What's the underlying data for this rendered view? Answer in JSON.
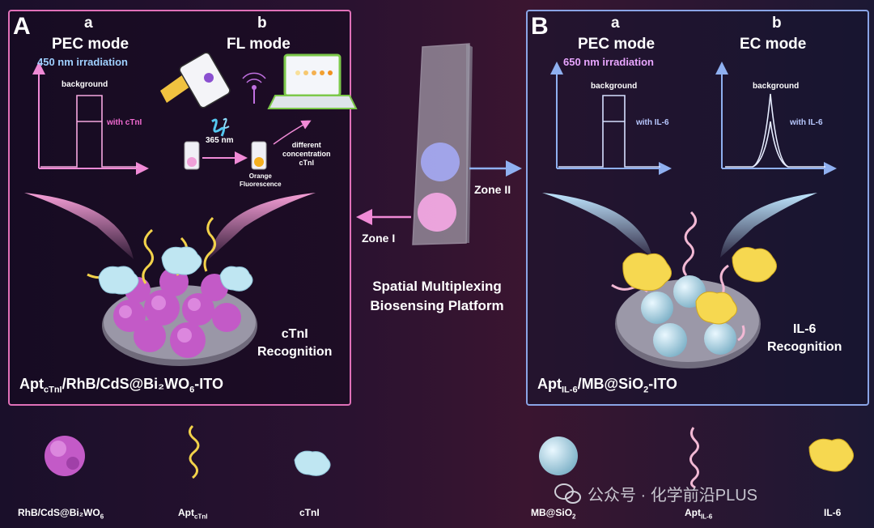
{
  "panel_a": {
    "letter": "A",
    "col_a_letter": "a",
    "col_a_mode": "PEC mode",
    "col_a_irradiation": "450 nm irradiation",
    "col_b_letter": "b",
    "col_b_mode": "FL mode",
    "graph_background": "background",
    "graph_target": "with cTnI",
    "uv_label": "365 nm",
    "fluorescence_label": "Orange\nFluorescence",
    "concentration_label": "different\nconcentration\ncTnI",
    "recognition": "cTnI\nRecognition",
    "electrode_prefix": "Apt",
    "electrode_subscript": "cTnI",
    "electrode_suffix": "/RhB/CdS@Bi₂WO",
    "electrode_sub2": "6",
    "electrode_end": "-ITO"
  },
  "panel_b": {
    "letter": "B",
    "col_a_letter": "a",
    "col_a_mode": "PEC mode",
    "col_a_irradiation": "650 nm irradiation",
    "col_b_letter": "b",
    "col_b_mode": "EC mode",
    "graph_a_background": "background",
    "graph_a_target": "with IL-6",
    "graph_b_background": "background",
    "graph_b_target": "with IL-6",
    "recognition": "IL-6\nRecognition",
    "electrode_prefix": "Apt",
    "electrode_subscript": "IL-6",
    "electrode_suffix": "/MB@SiO",
    "electrode_sub2": "2",
    "electrode_end": "-ITO"
  },
  "center": {
    "zone_1": "Zone I",
    "zone_2": "Zone II",
    "platform": "Spatial Multiplexing\nBiosensing Platform"
  },
  "legend": {
    "rhb_prefix": "RhB/CdS@Bi₂WO",
    "rhb_sub": "6",
    "apt_ctni_prefix": "Apt",
    "apt_ctni_sub": "cTnI",
    "ctni": "cTnI",
    "mb_prefix": "MB@SiO",
    "mb_sub": "2",
    "apt_il6_prefix": "Apt",
    "apt_il6_sub": "IL-6",
    "il6": "IL-6"
  },
  "watermark": "公众号 · 化学前沿PLUS",
  "colors": {
    "panel_a_border": "#e070b8",
    "panel_b_border": "#8aa4e6",
    "pec_a_irradiation": "#9fd0ff",
    "pec_b_irradiation": "#e9a6ff",
    "target_a": "#f06ad0",
    "target_b": "#b8c8ff"
  }
}
